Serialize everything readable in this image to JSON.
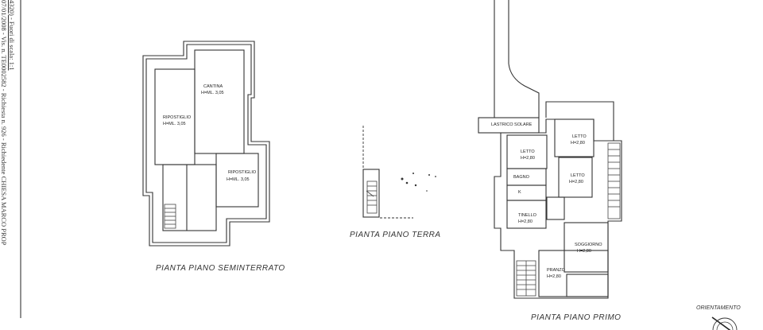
{
  "header_stamp": {
    "line1": "07/01/2008 - Vis. n. TE0002582 - Richiesta n. 926 - Richiedente CHIESA MARCO PROP",
    "line2": "4320) - Fuori di scala: 1:1"
  },
  "plans": [
    {
      "title": "PIANTA PIANO SEMINTERRATO",
      "rooms": [
        {
          "name": "CANTINA",
          "height": "H=ML. 3,05"
        },
        {
          "name": "RIPOSTIGLIO",
          "height": "H=ML. 3,05"
        },
        {
          "name": "RIPOSTIGLIO",
          "height": "H=ML. 3,05"
        }
      ]
    },
    {
      "title": "PIANTA PIANO TERRA",
      "rooms": []
    },
    {
      "title": "PIANTA PIANO PRIMO",
      "rooms": [
        {
          "name": "LASTRICO SOLARE",
          "height": ""
        },
        {
          "name": "LETTO",
          "height": "H=2,80"
        },
        {
          "name": "LETTO",
          "height": "H=2,80"
        },
        {
          "name": "LETTO",
          "height": "H=2,80"
        },
        {
          "name": "BAGNO",
          "height": ""
        },
        {
          "name": "K",
          "height": ""
        },
        {
          "name": "TINELLO",
          "height": "H=2,80"
        },
        {
          "name": "SOGGIORNO",
          "height": "H=2,80"
        },
        {
          "name": "PRANZO",
          "height": "H=2,80"
        }
      ]
    }
  ],
  "orientation": {
    "label": "ORIENTAMENTO",
    "icon": "compass-north-arrow-icon"
  }
}
